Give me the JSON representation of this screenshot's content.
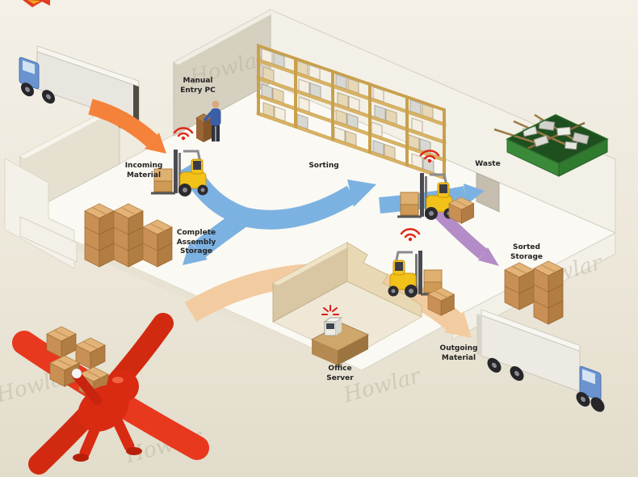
{
  "diagram": {
    "watermark": "Howlar",
    "labels": {
      "manual_entry_pc": "Manual\nEntry PC",
      "incoming_material": "Incoming\nMaterial",
      "sorting": "Sorting",
      "waste": "Waste",
      "complete_assembly_storage": "Complete\nAssembly\nStorage",
      "sorted_storage": "Sorted\nStorage",
      "outgoing_material": "Outgoing\nMaterial",
      "office_server": "Office\nServer"
    },
    "colors": {
      "background": "#ece7db",
      "floor": "#fbf9f3",
      "wall_light": "#f3f0e7",
      "wall_gray": "#d6d0c0",
      "office_wall_tan": "#d9c6a2",
      "arrow_blue": "#7cb2e2",
      "arrow_tan": "#f2cba0",
      "arrow_purple": "#b48cc8",
      "arrow_orange": "#f5823a",
      "forklift_yellow": "#f2c21a",
      "wifi_red": "#e02818",
      "truck_cab_blue": "#6a93cf",
      "carton_tan": "#e3b377",
      "waste_bin_green": "#3a8a3a",
      "mascot_red": "#d92a12"
    },
    "arrows": [
      {
        "name": "incoming-from-truck",
        "color": "#f5823a"
      },
      {
        "name": "incoming-to-sorting",
        "color": "#7cb2e2"
      },
      {
        "name": "incoming-to-complete-assembly-storage",
        "color": "#7cb2e2"
      },
      {
        "name": "sorting-to-waste",
        "color": "#7cb2e2"
      },
      {
        "name": "sorting-to-sorted-storage",
        "color": "#b48cc8"
      },
      {
        "name": "storage-to-outgoing-truck",
        "color": "#f2cba0"
      }
    ]
  }
}
